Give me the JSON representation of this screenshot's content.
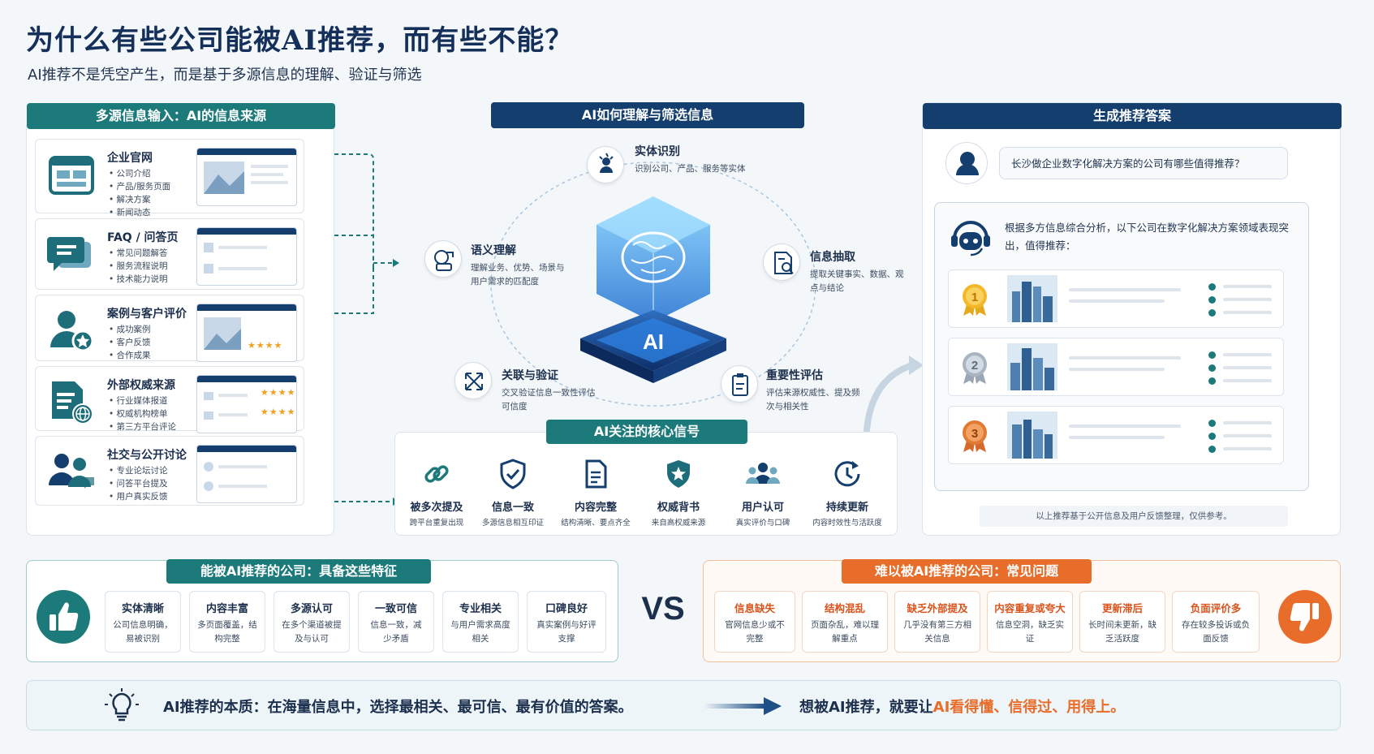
{
  "header": {
    "title": "为什么有些公司能被AI推荐，而有些不能？",
    "subtitle": "AI推荐不是凭空产生，而是基于多源信息的理解、验证与筛选"
  },
  "sources": {
    "heading": "多源信息输入：AI的信息来源",
    "items": [
      {
        "title": "企业官网",
        "bullets": [
          "公司介绍",
          "产品/服务页面",
          "解决方案",
          "新闻动态"
        ],
        "icon": "website-icon"
      },
      {
        "title": "FAQ / 问答页",
        "bullets": [
          "常见问题解答",
          "服务流程说明",
          "技术能力说明"
        ],
        "icon": "chat-icon"
      },
      {
        "title": "案例与客户评价",
        "bullets": [
          "成功案例",
          "客户反馈",
          "合作成果"
        ],
        "icon": "user-star-icon",
        "stars": "★★★★"
      },
      {
        "title": "外部权威来源",
        "bullets": [
          "行业媒体报道",
          "权威机构榜单",
          "第三方平台评论"
        ],
        "icon": "document-globe-icon",
        "stars": "★★★★"
      },
      {
        "title": "社交与公开讨论",
        "bullets": [
          "专业论坛讨论",
          "问答平台提及",
          "用户真实反馈"
        ],
        "icon": "users-chat-icon"
      }
    ]
  },
  "process": {
    "heading": "AI如何理解与筛选信息",
    "center_label": "AI",
    "nodes": [
      {
        "title": "实体识别",
        "desc": "识别公司、产品、服务等实体",
        "icon": "entity-icon"
      },
      {
        "title": "语义理解",
        "desc": "理解业务、优势、场景与用户需求的匹配度",
        "icon": "semantic-icon"
      },
      {
        "title": "信息抽取",
        "desc": "提取关键事实、数据、观点与结论",
        "icon": "extract-icon"
      },
      {
        "title": "关联与验证",
        "desc": "交叉验证信息一致性评估可信度",
        "icon": "link-verify-icon"
      },
      {
        "title": "重要性评估",
        "desc": "评估来源权威性、提及频次与相关性",
        "icon": "clipboard-icon"
      }
    ],
    "signals_heading": "AI关注的核心信号",
    "signals": [
      {
        "title": "被多次提及",
        "desc": "跨平台重复出现",
        "icon": "chain-link-icon"
      },
      {
        "title": "信息一致",
        "desc": "多源信息相互印证",
        "icon": "shield-check-icon"
      },
      {
        "title": "内容完整",
        "desc": "结构清晰、要点齐全",
        "icon": "document-icon"
      },
      {
        "title": "权威背书",
        "desc": "来自高权威来源",
        "icon": "badge-star-icon"
      },
      {
        "title": "用户认可",
        "desc": "真实评价与口碑",
        "icon": "users-icon"
      },
      {
        "title": "持续更新",
        "desc": "内容时效性与活跃度",
        "icon": "clock-refresh-icon"
      }
    ]
  },
  "answer": {
    "heading": "生成推荐答案",
    "question": "长沙做企业数字化解决方案的公司有哪些值得推荐？",
    "response": "根据多方信息综合分析，以下公司在数字化解决方案领域表现突出，值得推荐：",
    "ranks": [
      "1",
      "2",
      "3"
    ],
    "footnote": "以上推荐基于公开信息及用户反馈整理，仅供参考。"
  },
  "good": {
    "heading": "能被AI推荐的公司：具备这些特征",
    "items": [
      {
        "title": "实体清晰",
        "desc": "公司信息明确，易被识别"
      },
      {
        "title": "内容丰富",
        "desc": "多页面覆盖，结构完整"
      },
      {
        "title": "多源认可",
        "desc": "在多个渠道被提及与认可"
      },
      {
        "title": "一致可信",
        "desc": "信息一致，减少矛盾"
      },
      {
        "title": "专业相关",
        "desc": "与用户需求高度相关"
      },
      {
        "title": "口碑良好",
        "desc": "真实案例与好评支撑"
      }
    ]
  },
  "vs": "VS",
  "bad": {
    "heading": "难以被AI推荐的公司：常见问题",
    "items": [
      {
        "title": "信息缺失",
        "desc": "官网信息少或不完整"
      },
      {
        "title": "结构混乱",
        "desc": "页面杂乱，难以理解重点"
      },
      {
        "title": "缺乏外部提及",
        "desc": "几乎没有第三方相关信息"
      },
      {
        "title": "内容重复或夸大",
        "desc": "信息空洞，缺乏实证"
      },
      {
        "title": "更新滞后",
        "desc": "长时间未更新，缺乏活跃度"
      },
      {
        "title": "负面评价多",
        "desc": "存在较多投诉或负面反馈"
      }
    ]
  },
  "footer": {
    "left": "AI推荐的本质：在海量信息中，选择最相关、最可信、最有价值的答案。",
    "right_prefix": "想被AI推荐，就要让",
    "right_highlight": "AI看得懂、信得过、用得上。"
  },
  "colors": {
    "teal": "#1d7a7a",
    "navy": "#143e6e",
    "orange": "#e96d2a"
  }
}
